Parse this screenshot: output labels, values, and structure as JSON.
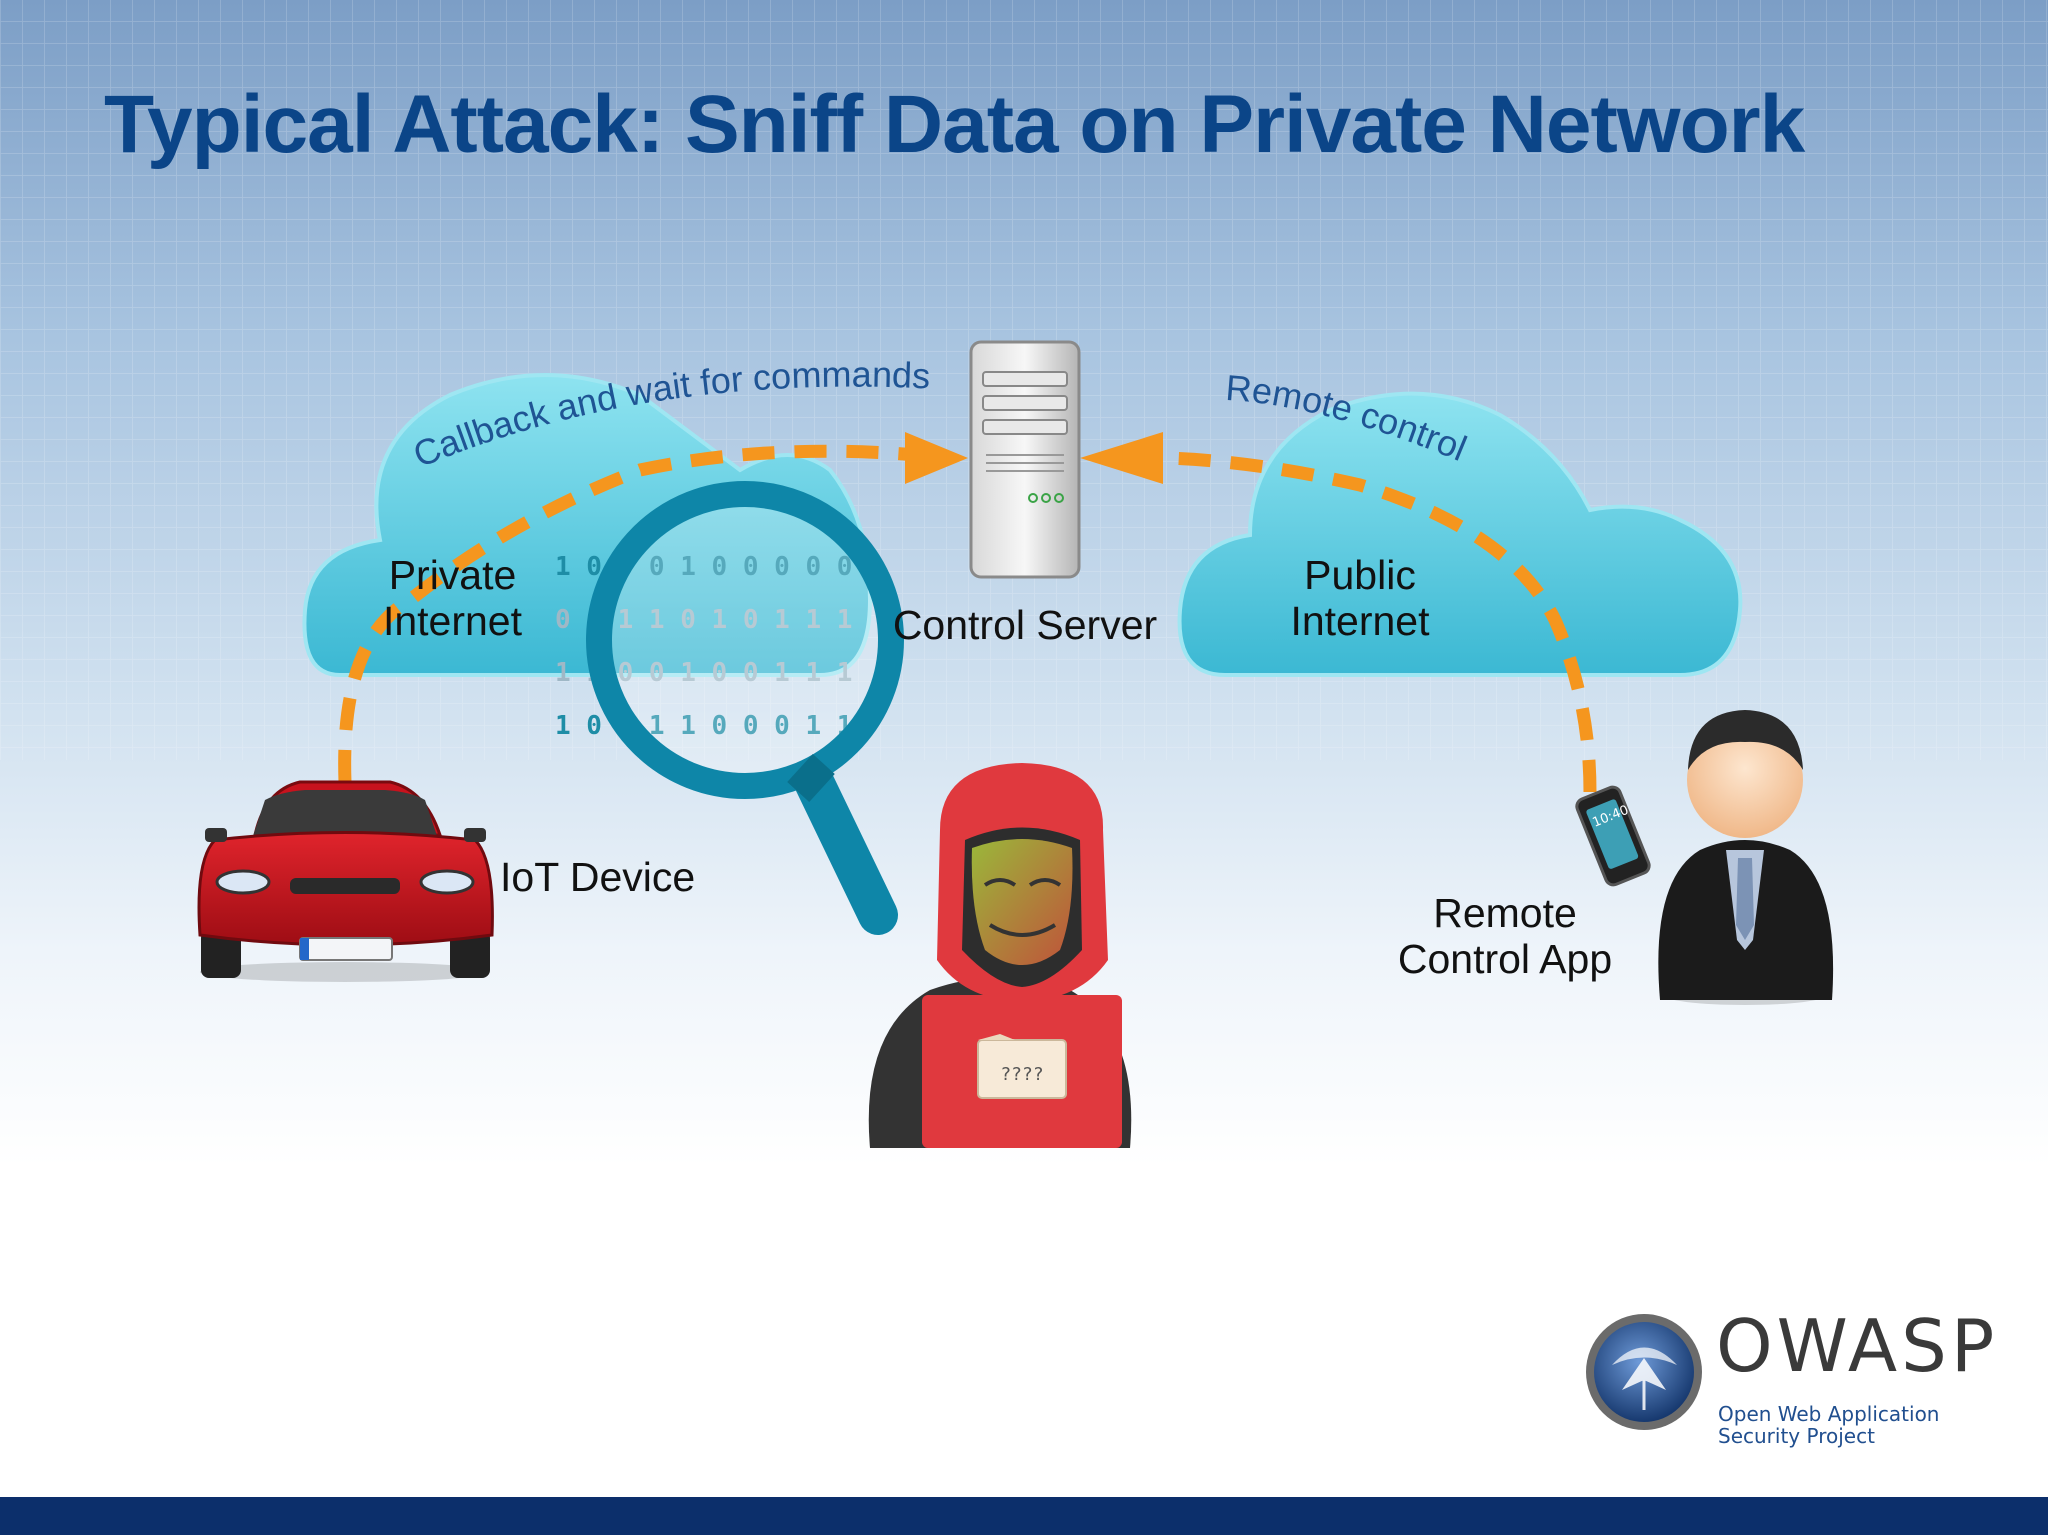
{
  "slide": {
    "title": "Typical Attack: Sniff Data on Private Network"
  },
  "diagram": {
    "nodes": {
      "private_cloud": [
        "Private",
        "Internet"
      ],
      "public_cloud": [
        "Public",
        "Internet"
      ],
      "control_server": "Control Server",
      "iot_device": "IoT Device",
      "remote_app": [
        "Remote",
        "Control App"
      ]
    },
    "edges": {
      "callback": "Callback and wait for commands",
      "remote": "Remote control"
    },
    "binary_rows": [
      "1 0 0 0 1 0 0 0 0 0",
      "0 1 1 1 0 1 0 1 1 1",
      "1 1 0 0 1 0 0 1 1 1",
      "1 0 0 1 1 0 0 0 1 1"
    ],
    "phone_time": "10:40",
    "folder_text": "????"
  },
  "colors": {
    "title": "#0b4588",
    "dash_arrow": "#f5961e",
    "cloud": "#4fc3d9",
    "magnifier": "#0e86a8",
    "car": "#c8121d",
    "hacker": "#e0393e",
    "footer": "#0c2f6b"
  },
  "logo": {
    "name": "OWASP",
    "sub1": "Open Web Application",
    "sub2": "Security Project"
  }
}
